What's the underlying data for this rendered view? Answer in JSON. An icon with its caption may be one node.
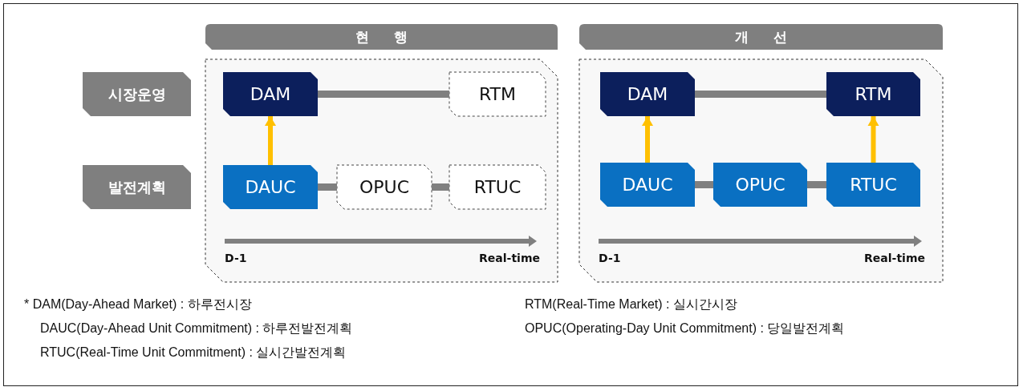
{
  "diagram": {
    "nodes": [
      {
        "text": [
          "현 행"
        ]
      },
      {
        "text": [
          "개 선"
        ]
      },
      {
        "text": [
          "시장운영"
        ]
      },
      {
        "text": [
          "발전계획"
        ]
      },
      {
        "text": [],
        "shape": "box"
      },
      {
        "text": [
          "DAM"
        ],
        "in": 4
      },
      {
        "text": [
          "RTM"
        ],
        "in": 4
      },
      {
        "text": [
          "DAUC"
        ],
        "in": 4
      },
      {
        "text": [
          "OPUC"
        ],
        "in": 4
      },
      {
        "text": [
          "RTUC"
        ],
        "in": 4
      },
      {
        "text": [],
        "shape": "box"
      },
      {
        "text": [
          "DAM"
        ],
        "in": 10
      },
      {
        "text": [
          "RTM"
        ],
        "in": 10
      },
      {
        "text": [
          "DAUC"
        ],
        "in": 10
      },
      {
        "text": [
          "OPUC"
        ],
        "in": 10
      },
      {
        "text": [
          "RTUC"
        ],
        "in": 10
      }
    ],
    "edges": [
      {
        "from": 5,
        "to": 6,
        "arrow": "none"
      },
      {
        "from": 7,
        "to": 5,
        "arrow": "to",
        "color": "#ffc000"
      },
      {
        "from": 7,
        "to": 8,
        "arrow": "none"
      },
      {
        "from": 8,
        "to": 9,
        "arrow": "none"
      },
      {
        "from": 11,
        "to": 12,
        "arrow": "none"
      },
      {
        "from": 13,
        "to": 11,
        "arrow": "to",
        "color": "#ffc000"
      },
      {
        "from": 15,
        "to": 12,
        "arrow": "to",
        "color": "#ffc000"
      },
      {
        "from": 13,
        "to": 14,
        "arrow": "none"
      },
      {
        "from": 14,
        "to": 15,
        "arrow": "none"
      }
    ],
    "labels": [
      "D-1",
      "Real-time",
      "D-1",
      "Real-time",
      "* DAM(Day-Ahead Market) : 하루전시장",
      "RTM(Real-Time Market) : 실시간시장",
      "DAUC(Day-Ahead Unit Commitment) : 하루전발전계획",
      "OPUC(Operating-Day Unit Commitment) : 당일발전계획",
      "RTUC(Real-Time Unit Commitment) : 실시간발전계획"
    ]
  }
}
